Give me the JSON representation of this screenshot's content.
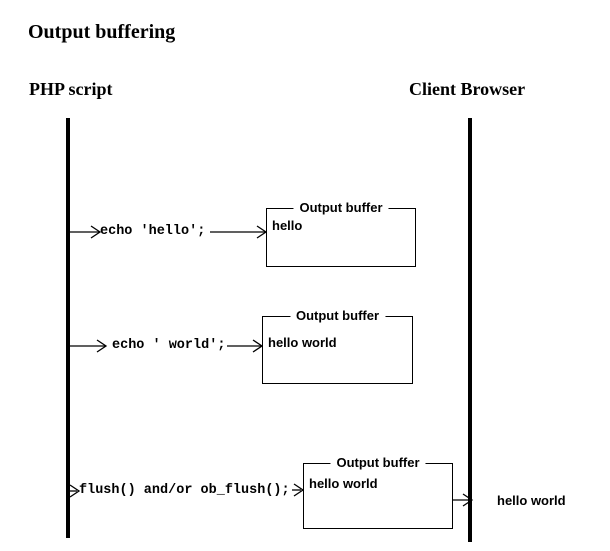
{
  "title": "Output buffering",
  "colors": {
    "ink": "#000000",
    "background": "#ffffff"
  },
  "lanes": {
    "php_script": {
      "label": "PHP script"
    },
    "client_browser": {
      "label": "Client Browser"
    }
  },
  "steps": [
    {
      "code": "echo 'hello';",
      "buffer_label": "Output buffer",
      "buffer_content": "hello"
    },
    {
      "code": "echo ' world';",
      "buffer_label": "Output buffer",
      "buffer_content": "hello world"
    },
    {
      "code": "flush() and/or ob_flush();",
      "buffer_label": "Output buffer",
      "buffer_content": "hello world",
      "browser_output": "hello world"
    }
  ]
}
